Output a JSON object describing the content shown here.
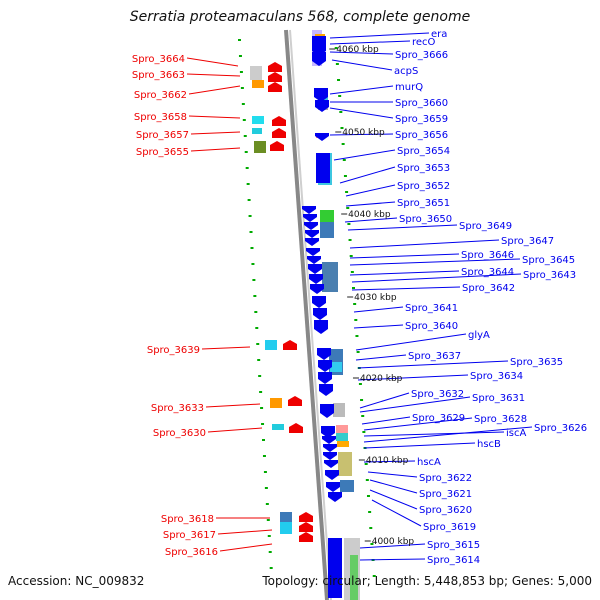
{
  "title": "Serratia proteamaculans 568, complete genome",
  "accession": "Accession: NC_009832",
  "summary": "Topology: circular; Length: 5,448,853 bp; Genes: 5,000",
  "colors": {
    "forward": "#0000ee",
    "reverse": "#ee0000",
    "backbone": "#999999",
    "tick": "#00aa00"
  },
  "kbp_marks": [
    "4060 kbp",
    "4050 kbp",
    "4040 kbp",
    "4030 kbp",
    "4020 kbp",
    "4010 kbp",
    "4000 kbp"
  ],
  "forward_genes": [
    "era",
    "recO",
    "Spro_3666",
    "acpS",
    "murQ",
    "Spro_3660",
    "Spro_3659",
    "Spro_3656",
    "Spro_3654",
    "Spro_3653",
    "Spro_3652",
    "Spro_3651",
    "Spro_3650",
    "Spro_3649",
    "Spro_3647",
    "Spro_3646",
    "Spro_3645",
    "Spro_3644",
    "Spro_3643",
    "Spro_3642",
    "Spro_3641",
    "Spro_3640",
    "glyA",
    "Spro_3637",
    "Spro_3635",
    "Spro_3634",
    "Spro_3632",
    "Spro_3631",
    "Spro_3629",
    "Spro_3628",
    "iscA",
    "Spro_3626",
    "hscB",
    "hscA",
    "Spro_3622",
    "Spro_3621",
    "Spro_3620",
    "Spro_3619",
    "Spro_3615",
    "Spro_3614"
  ],
  "reverse_genes": [
    "Spro_3664",
    "Spro_3663",
    "Spro_3662",
    "Spro_3658",
    "Spro_3657",
    "Spro_3655",
    "Spro_3639",
    "Spro_3633",
    "Spro_3630",
    "Spro_3618",
    "Spro_3617",
    "Spro_3616"
  ]
}
